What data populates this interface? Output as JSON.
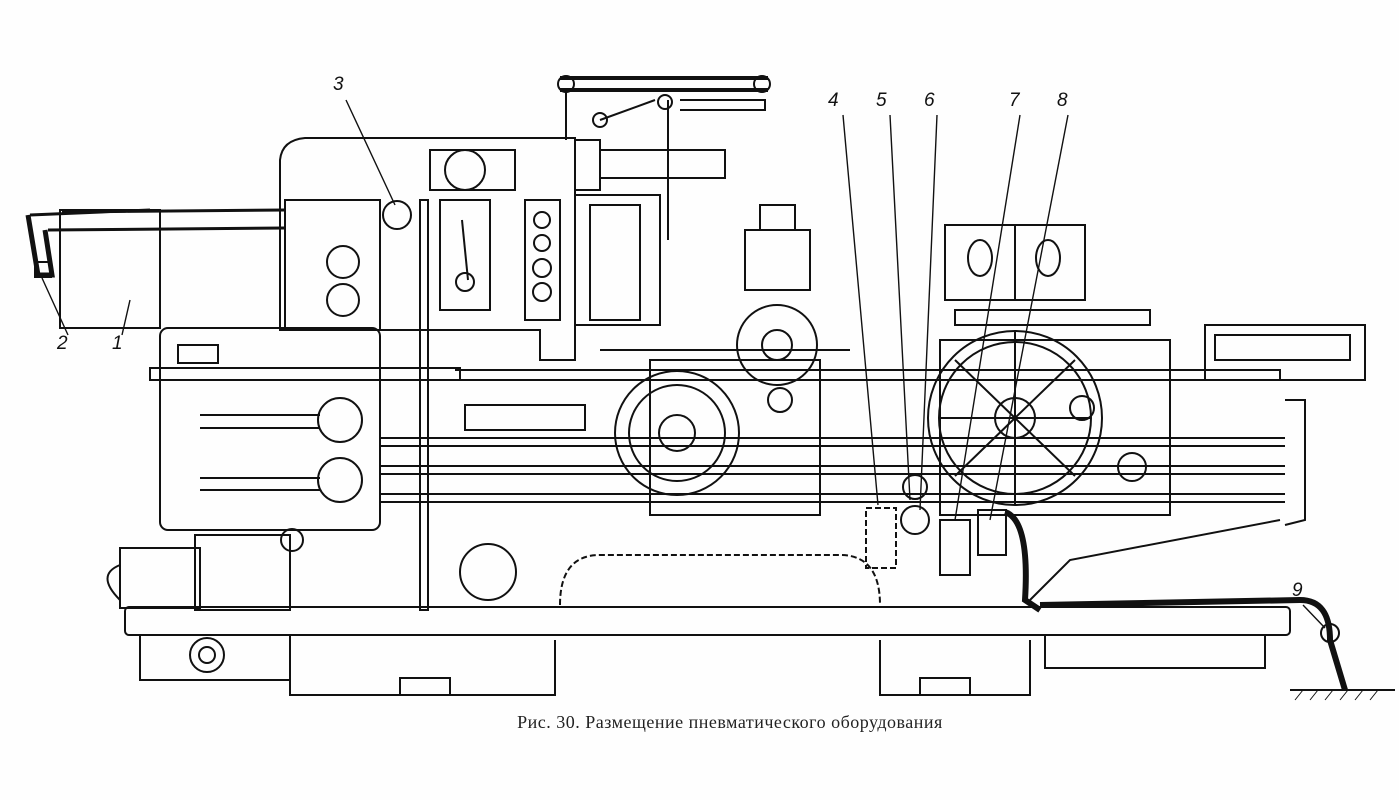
{
  "figure": {
    "caption": "Рис. 30. Размещение пневматического оборудования",
    "callouts": [
      "1",
      "2",
      "3",
      "4",
      "5",
      "6",
      "7",
      "8",
      "9"
    ]
  }
}
